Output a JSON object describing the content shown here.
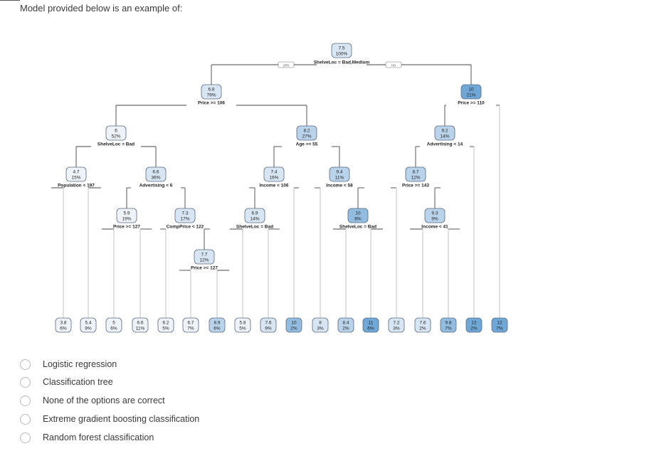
{
  "question": "Model provided below is an example of:",
  "tree": {
    "yes_label": "yes",
    "no_label": "no",
    "nodes": [
      {
        "id": "root",
        "value": "7.5",
        "pct": "100%",
        "split": "ShelveLoc = Bad,Medium",
        "shade": 1
      },
      {
        "id": "n2",
        "value": "6.8",
        "pct": "79%",
        "split": "Price >= 106",
        "shade": 1
      },
      {
        "id": "n3",
        "value": "10",
        "pct": "21%",
        "split": "Price >= 110",
        "shade": 4
      },
      {
        "id": "n4",
        "value": "6",
        "pct": "52%",
        "split": "ShelveLoc = Bad",
        "shade": 0
      },
      {
        "id": "n5",
        "value": "8.2",
        "pct": "27%",
        "split": "Age >= 55",
        "shade": 2
      },
      {
        "id": "n7",
        "value": "9.2",
        "pct": "14%",
        "split": "Advertising < 14",
        "shade": 2
      },
      {
        "id": "n8",
        "value": "4.7",
        "pct": "15%",
        "split": "Population < 197",
        "shade": 0
      },
      {
        "id": "n9",
        "value": "6.6",
        "pct": "36%",
        "split": "Advertising < 6",
        "shade": 1
      },
      {
        "id": "n10",
        "value": "7.4",
        "pct": "16%",
        "split": "Income < 106",
        "shade": 1
      },
      {
        "id": "n11",
        "value": "9.4",
        "pct": "11%",
        "split": "Income < 58",
        "shade": 2
      },
      {
        "id": "n14",
        "value": "8.7",
        "pct": "12%",
        "split": "Price >= 143",
        "shade": 2
      },
      {
        "id": "n19",
        "value": "5.9",
        "pct": "19%",
        "split": "Price >= 127",
        "shade": 0
      },
      {
        "id": "n20",
        "value": "7.3",
        "pct": "17%",
        "split": "CompPrice < 122",
        "shade": 1
      },
      {
        "id": "n21",
        "value": "6.9",
        "pct": "14%",
        "split": "ShelveLoc = Bad",
        "shade": 1
      },
      {
        "id": "n23",
        "value": "10",
        "pct": "8%",
        "split": "ShelveLoc = Bad",
        "shade": 3
      },
      {
        "id": "n29",
        "value": "9.3",
        "pct": "9%",
        "split": "Income < 41",
        "shade": 2
      },
      {
        "id": "n41",
        "value": "7.7",
        "pct": "12%",
        "split": "Price >= 127",
        "shade": 1
      }
    ],
    "leaves": [
      {
        "value": "3.8",
        "pct": "6%",
        "shade": 0
      },
      {
        "value": "5.4",
        "pct": "9%",
        "shade": 0
      },
      {
        "value": "5",
        "pct": "6%",
        "shade": 0
      },
      {
        "value": "6.6",
        "pct": "11%",
        "shade": 0
      },
      {
        "value": "6.2",
        "pct": "5%",
        "shade": 0
      },
      {
        "value": "6.7",
        "pct": "7%",
        "shade": 0
      },
      {
        "value": "8.9",
        "pct": "6%",
        "shade": 2
      },
      {
        "value": "5.8",
        "pct": "5%",
        "shade": 0
      },
      {
        "value": "7.6",
        "pct": "9%",
        "shade": 1
      },
      {
        "value": "10",
        "pct": "2%",
        "shade": 3
      },
      {
        "value": "8",
        "pct": "3%",
        "shade": 1
      },
      {
        "value": "8.4",
        "pct": "2%",
        "shade": 2
      },
      {
        "value": "11",
        "pct": "6%",
        "shade": 4
      },
      {
        "value": "7.2",
        "pct": "3%",
        "shade": 1
      },
      {
        "value": "7.6",
        "pct": "2%",
        "shade": 1
      },
      {
        "value": "9.8",
        "pct": "7%",
        "shade": 3
      },
      {
        "value": "12",
        "pct": "2%",
        "shade": 4
      },
      {
        "value": "12",
        "pct": "7%",
        "shade": 4
      }
    ],
    "colors": {
      "shades": [
        "#eef3fa",
        "#d8e5f3",
        "#b9d3ea",
        "#92bde0",
        "#6fa8d6"
      ],
      "edge": "#444444",
      "node_border": "#5a6a80",
      "leaf_line": "#bdbdbd",
      "text": "#222222"
    }
  },
  "options": [
    {
      "id": "logistic",
      "label": "Logistic regression",
      "selected": false
    },
    {
      "id": "tree",
      "label": "Classification tree",
      "selected": false
    },
    {
      "id": "none",
      "label": "None of the options are correct",
      "selected": false
    },
    {
      "id": "xgb",
      "label": "Extreme gradient boosting classification",
      "selected": false
    },
    {
      "id": "rf",
      "label": "Random forest classification",
      "selected": false
    }
  ]
}
